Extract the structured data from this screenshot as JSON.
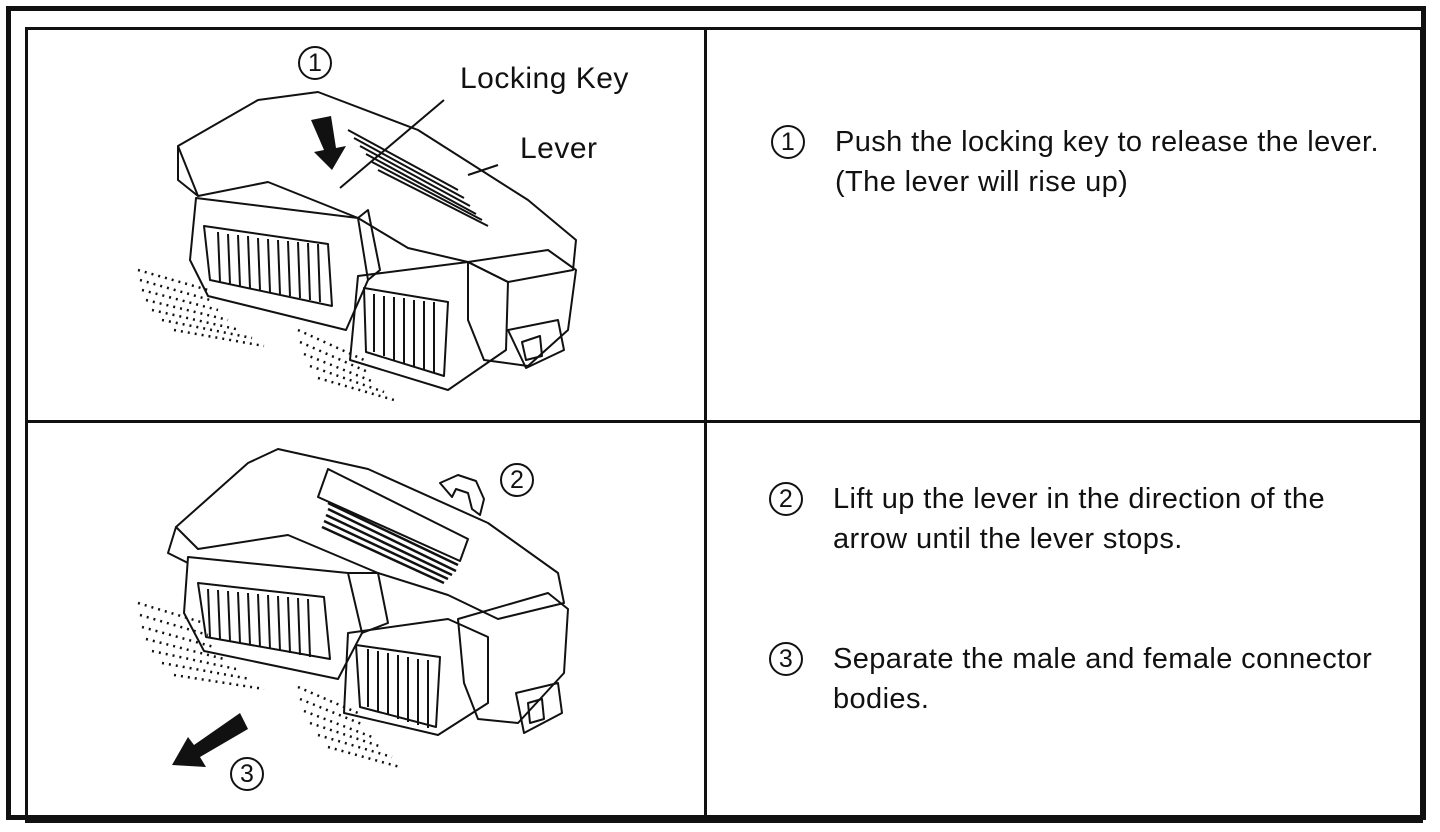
{
  "figure1": {
    "step_number": "1",
    "label_locking_key": "Locking Key",
    "label_lever": "Lever"
  },
  "figure2": {
    "step_lift": "2",
    "step_separate": "3"
  },
  "steps": [
    {
      "number": "1",
      "text": "Push the locking key to release the lever.  (The lever will rise up)"
    },
    {
      "number": "2",
      "text": "Lift up the lever in the direction of the arrow until the lever stops."
    },
    {
      "number": "3",
      "text": "Separate the male and female connector bodies."
    }
  ]
}
